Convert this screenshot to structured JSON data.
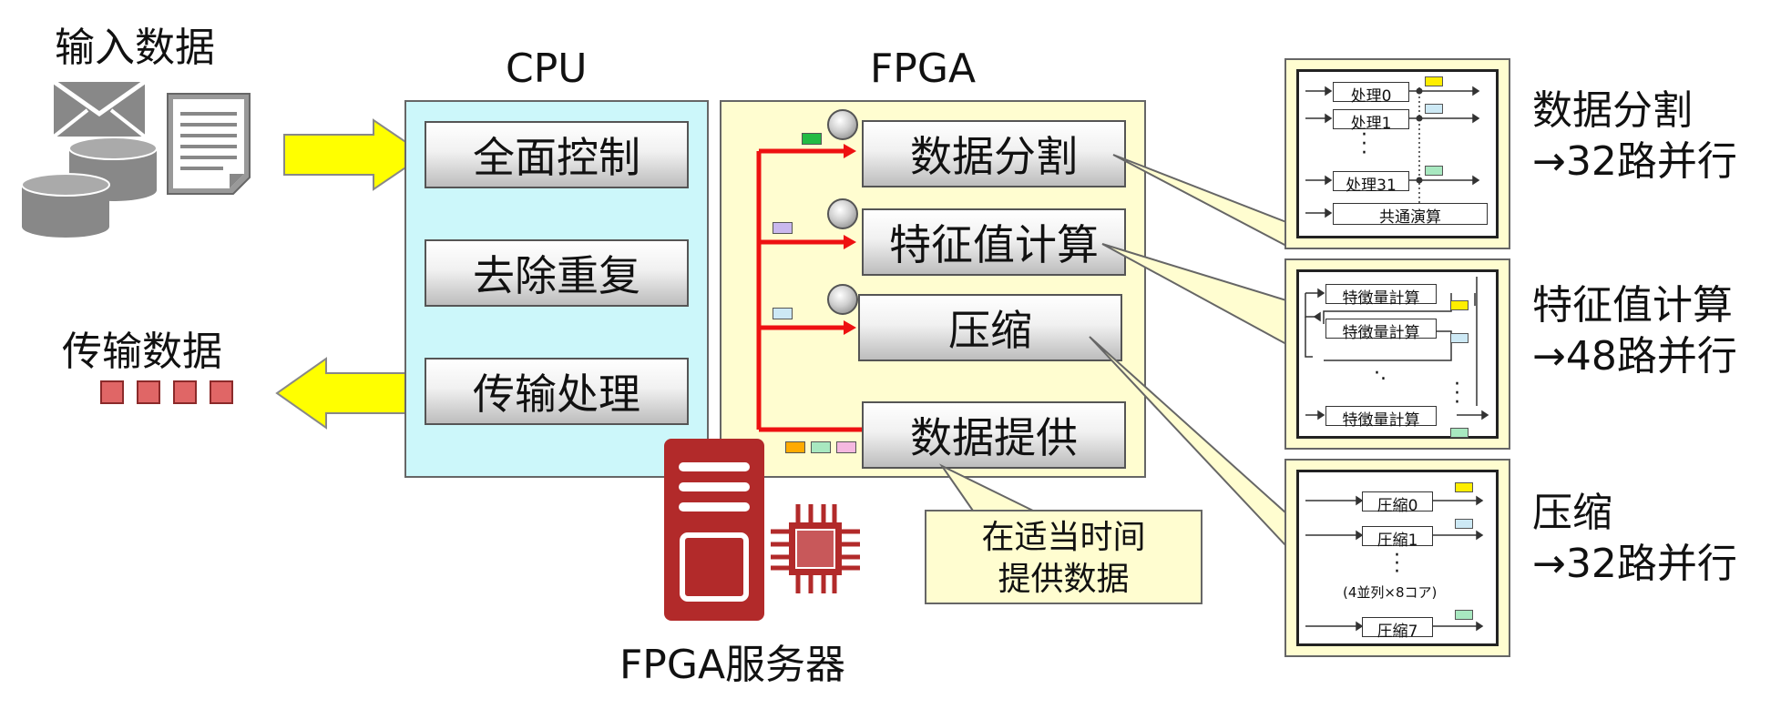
{
  "input": {
    "label": "输入数据",
    "icons": [
      "envelope-icon",
      "document-icon",
      "database-icon"
    ]
  },
  "output": {
    "label": "传输数据",
    "packet_count": 4
  },
  "cpu": {
    "title": "CPU",
    "blocks": [
      "全面控制",
      "去除重复",
      "传输处理"
    ]
  },
  "fpga": {
    "title": "FPGA",
    "blocks": [
      "数据分割",
      "特征值计算",
      "压缩",
      "数据提供"
    ]
  },
  "server": {
    "label": "FPGA服务器"
  },
  "supply_note": {
    "line1": "在适当时间",
    "line2": "提供数据"
  },
  "details": {
    "split": {
      "processes": [
        "处理0",
        "处理1",
        "处理31"
      ],
      "common": "共通演算",
      "label_line1": "数据分割",
      "label_line2": "→32路并行"
    },
    "features": {
      "processes": [
        "特徴量計算",
        "特徴量計算",
        "特徴量計算"
      ],
      "label_line1": "特征值计算",
      "label_line2": "→48路并行"
    },
    "compress": {
      "processes": [
        "圧縮0",
        "圧縮1",
        "圧縮7"
      ],
      "note": "(4並列×8コア)",
      "label_line1": "压缩",
      "label_line2": "→32路并行"
    }
  },
  "colors": {
    "cpu_bg": "#ccf7fa",
    "fpga_bg": "#fffdd0",
    "arrow_yellow": "#ffff00",
    "flow_red": "#ee1111",
    "server_red": "#b22a2a",
    "chip_green": "#22bb44",
    "chip_lavender": "#c9b8ee",
    "chip_lightblue": "#cde9f5",
    "chip_yellow": "#ffee00",
    "chip_orange": "#ffaa00",
    "chip_mint": "#a8e8c0",
    "chip_pink": "#f5b8e0"
  }
}
